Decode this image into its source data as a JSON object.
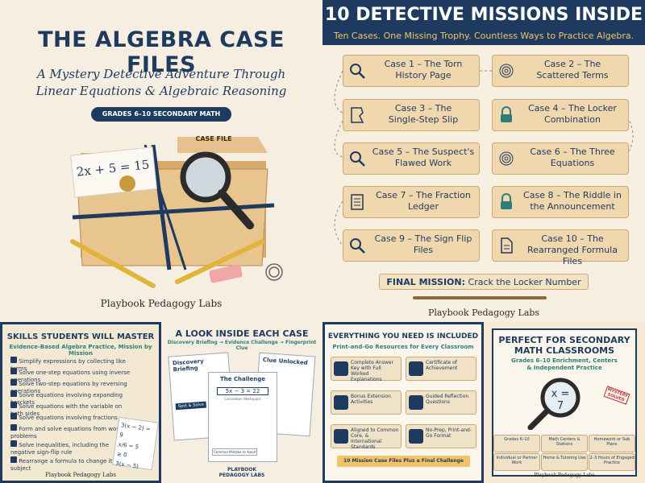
{
  "cover": {
    "title": "THE ALGEBRA CASE FILES",
    "subtitle_line1": "A Mystery Detective Adventure Through",
    "subtitle_line2": "Linear Equations & Algebraic Reasoning",
    "grades": "GRADES 6–10 SECONDARY MATH",
    "folder_tab": "CASE FILE",
    "equation": "2x + 5 = 15",
    "brand": "Playbook Pedagogy Labs"
  },
  "missions": {
    "title": "10 DETECTIVE MISSIONS INSIDE",
    "subtitle": "Ten Cases. One Missing Trophy. Countless Ways to Practice Algebra.",
    "cases": [
      {
        "l1": "Case 1 – The Torn",
        "l2": "History Page",
        "icon": "magnifier-icon"
      },
      {
        "l1": "Case 2 – The",
        "l2": "Scattered Terms",
        "icon": "fingerprint-icon"
      },
      {
        "l1": "Case 3 – The",
        "l2": "Single-Step Slip",
        "icon": "torn-page-icon"
      },
      {
        "l1": "Case 4 – The Locker",
        "l2": "Combination",
        "icon": "lock-icon"
      },
      {
        "l1": "Case 5 – The Suspect's",
        "l2": "Flawed Work",
        "icon": "magnifier-icon"
      },
      {
        "l1": "Case 6 – The Three",
        "l2": "Equations",
        "icon": "fingerprint-icon"
      },
      {
        "l1": "Case 7 – The Fraction",
        "l2": "Ledger",
        "icon": "ledger-icon"
      },
      {
        "l1": "Case 8 – The Riddle in",
        "l2": "the Announcement",
        "icon": "lock-icon"
      },
      {
        "l1": "Case 9 – The Sign Flip",
        "l2": "Files",
        "icon": "magnifier-icon"
      },
      {
        "l1": "Case 10 – The",
        "l2": "Rearranged Formula Files",
        "icon": "document-icon"
      }
    ],
    "final_bold": "FINAL MISSION:",
    "final_text": " Crack the Locker Number",
    "brand": "Playbook Pedagogy Labs"
  },
  "skills": {
    "title": "SKILLS STUDENTS WILL MASTER",
    "subtitle": "Evidence-Based Algebra Practice, Mission by Mission",
    "items": [
      "Simplify expressions by collecting like terms",
      "Solve one-step equations using inverse operations",
      "Solve two-step equations by reversing operations",
      "Solve equations involving expanding brackets",
      "Solve equations with the variable on both sides",
      "Solve equations involving fractions",
      "Form and solve equations from word problems",
      "Solve inequalities, including the negative sign-flip rule",
      "Rearrange a formula to change its subject"
    ],
    "card_eq1": "3(x − 2) = 9",
    "card_eq2": "x/6 = 5",
    "card_eq3": "≥ 0",
    "card_eq4": "3(x − 5)",
    "brand": "Playbook Pedagogy Labs"
  },
  "inside": {
    "title": "A LOOK INSIDE EACH CASE",
    "subtitle": "Discovery Briefing → Evidence Challenge → Fingerprint Clue",
    "sheet1": "Discovery Briefing",
    "sheet2": "Clue Unlocked",
    "sheet3": "The Challenge",
    "sheet3_eq": "5x − 3 = 22",
    "sheet3_note": "Calculation Workspace",
    "sheet1_tag": "Spot & Solve",
    "sheet3_tag": "Common Mistake to Avoid",
    "brand_line1": "PLAYBOOK",
    "brand_line2": "PEDAGOGY LABS"
  },
  "included": {
    "title": "EVERYTHING YOU NEED IS INCLUDED",
    "subtitle": "Print-and-Go Resources for Every Classroom",
    "items": [
      {
        "text": "Complete Answer Key with Full Worked Explanations",
        "icon": "answer-key-icon"
      },
      {
        "text": "Certificate of Achievement",
        "icon": "certificate-icon"
      },
      {
        "text": "Bonus Extension Activities",
        "icon": "bonus-icon"
      },
      {
        "text": "Guided Reflection Questions",
        "icon": "reflection-icon"
      },
      {
        "text": "Aligned to Common Core, & International Standards",
        "icon": "globe-icon"
      },
      {
        "text": "No-Prep, Print-and-Go Format",
        "icon": "folder-icon"
      }
    ],
    "banner": "10 Mission Case Files Plus a Final Challenge"
  },
  "secondary": {
    "title_line1": "PERFECT FOR SECONDARY",
    "title_line2": "MATH CLASSROOMS",
    "subtitle_line1": "Grades 6–10 Enrichment, Centers",
    "subtitle_line2": "& Independent Practice",
    "equation": "x = 7",
    "stamp": "MYSTERY SOLVED",
    "chips": [
      "Grades 6–10",
      "Math Centers & Stations",
      "Homework or Sub Plans",
      "Individual or Partner Work",
      "Home & Tutoring Use",
      "2–3 Hours of Engaged Practice"
    ],
    "brand": "Playbook Pedagogy Labs"
  },
  "colors": {
    "navy": "#1f3a5f",
    "gold": "#f2c46a",
    "card": "#f0d7ae",
    "cream": "#f6efe1"
  }
}
